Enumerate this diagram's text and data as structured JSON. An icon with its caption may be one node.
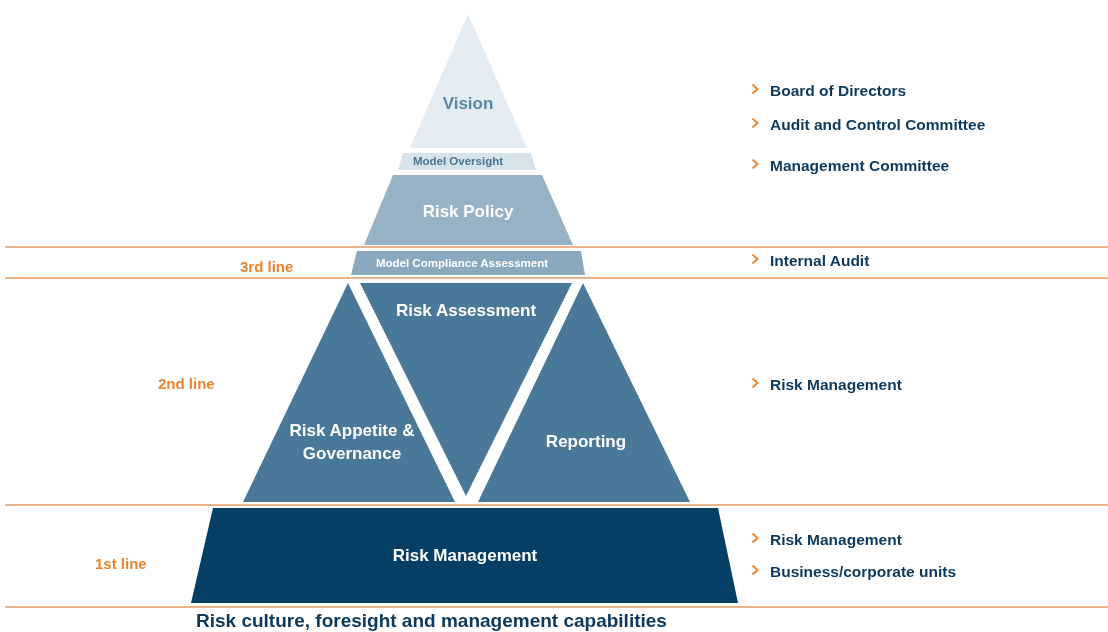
{
  "diagram": {
    "caption": "Risk culture, foresight and management capabilities",
    "nodes": [
      {
        "text": [
          "Vision"
        ]
      },
      {
        "text": [
          "Model Oversight"
        ]
      },
      {
        "text": [
          "Risk Policy"
        ]
      },
      {
        "text": [
          "Model Compliance Assessment"
        ]
      },
      {
        "text": [
          "Risk Assessment"
        ]
      },
      {
        "text": [
          "Risk Appetite & Governance"
        ]
      },
      {
        "text": [
          "Reporting"
        ]
      },
      {
        "text": [
          "Risk Management"
        ]
      }
    ],
    "labels": [
      "Board of Directors",
      "Audit and Control Committee",
      "Management Committee",
      "3rd line",
      "Internal Audit",
      "2nd line",
      "Risk Management",
      "1st line",
      "Risk Management",
      "Business/corporate units"
    ]
  }
}
